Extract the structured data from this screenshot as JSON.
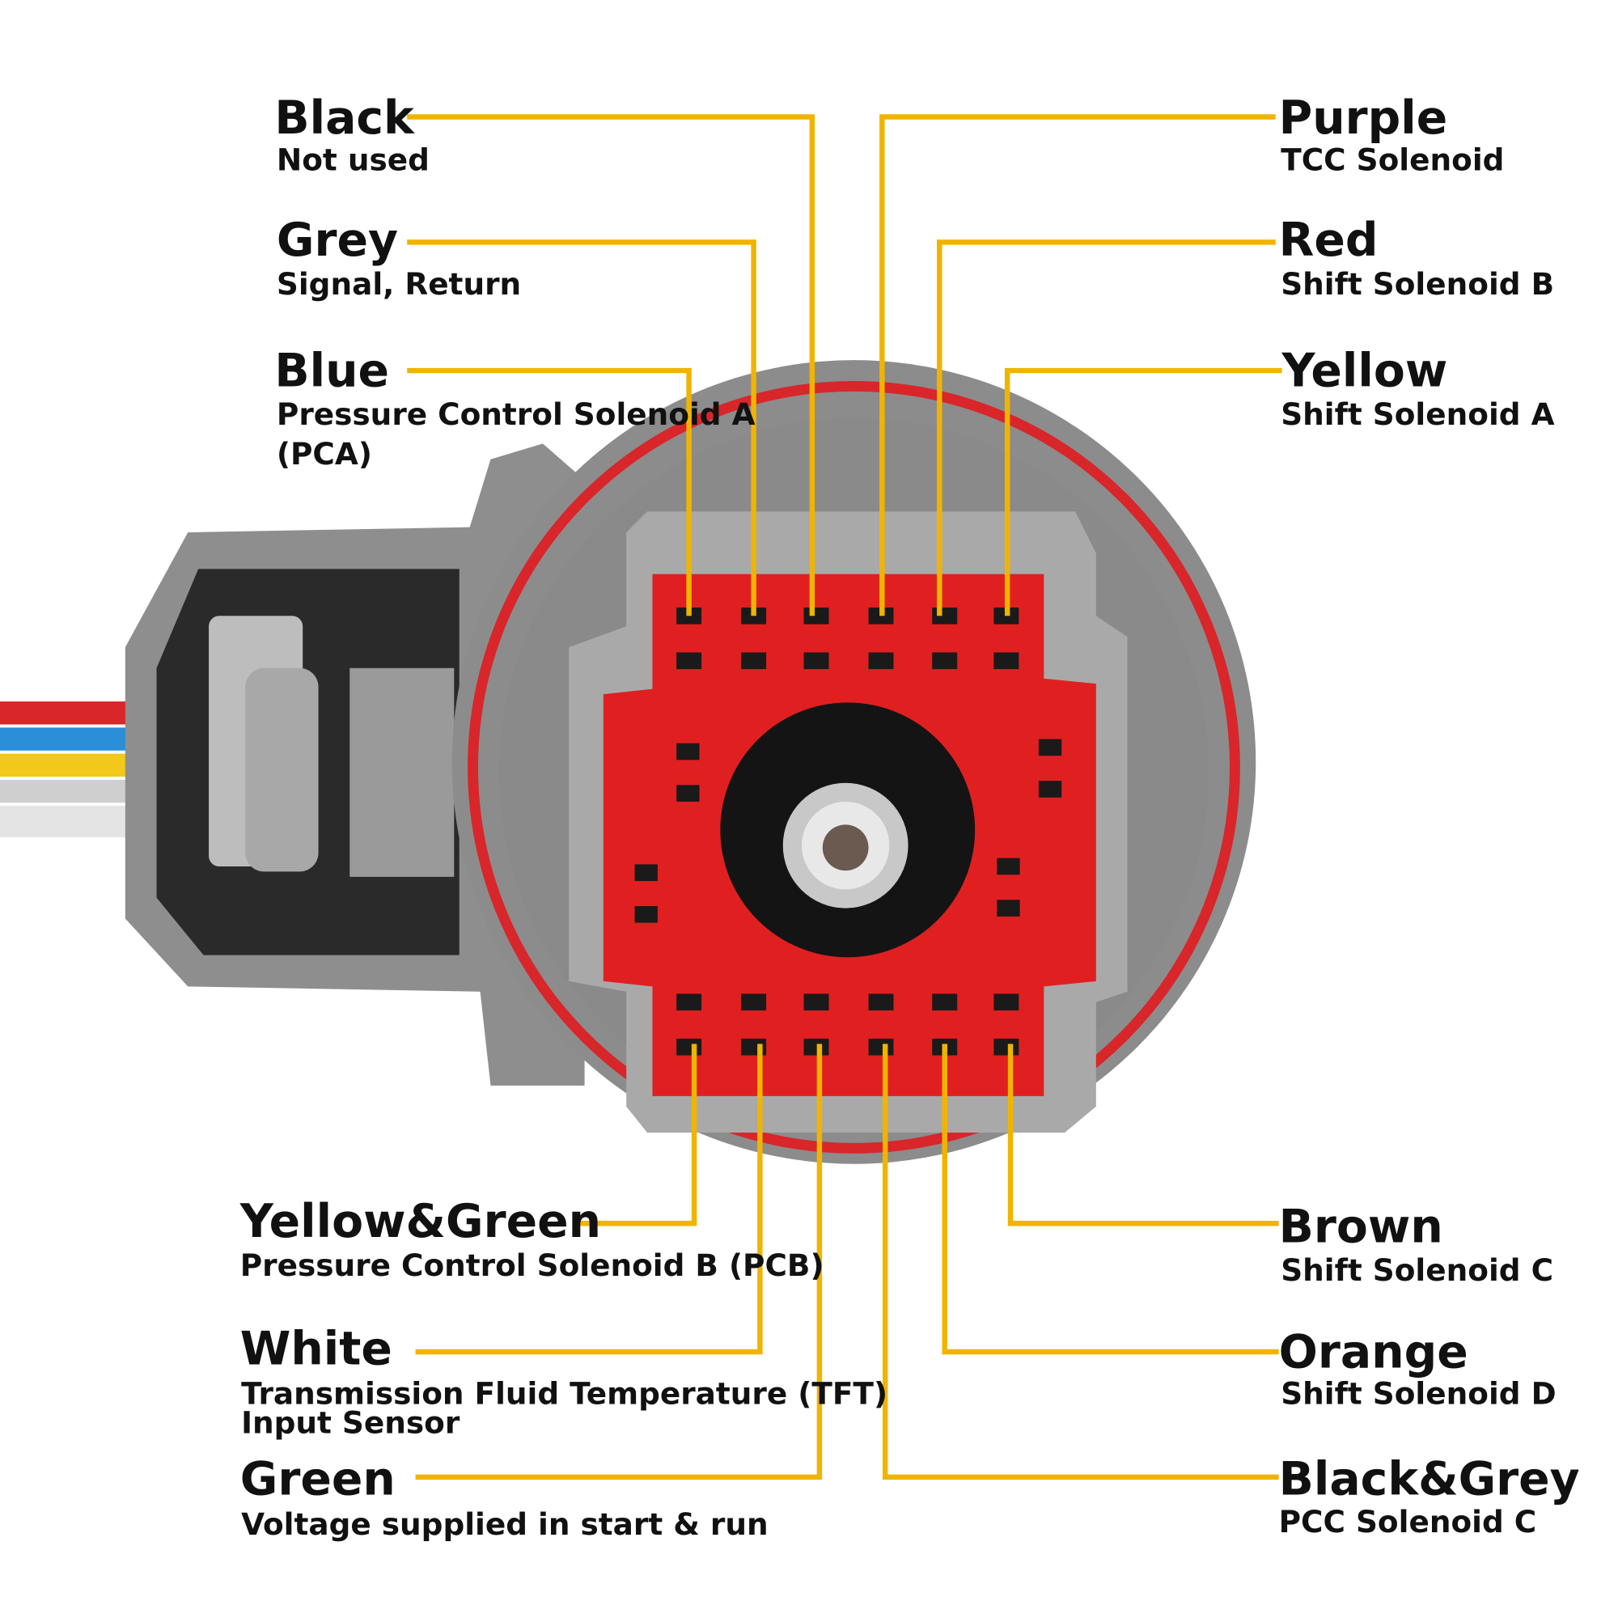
{
  "labels": [
    {
      "color": "Black",
      "desc": [
        "Not used"
      ]
    },
    {
      "color": "Grey",
      "desc": [
        "Signal, Return"
      ]
    },
    {
      "color": "Blue",
      "desc": [
        "Pressure Control Solenoid A",
        "(PCA)"
      ]
    },
    {
      "color": "Purple",
      "desc": [
        "TCC Solenoid"
      ]
    },
    {
      "color": "Red",
      "desc": [
        "Shift Solenoid B"
      ]
    },
    {
      "color": "Yellow",
      "desc": [
        "Shift Solenoid A"
      ]
    },
    {
      "color": "Yellow&Green",
      "desc": [
        "Pressure Control Solenoid B (PCB)"
      ]
    },
    {
      "color": "White",
      "desc": [
        "Transmission Fluid Temperature (TFT)",
        "Input Sensor"
      ]
    },
    {
      "color": "Green",
      "desc": [
        "Voltage supplied in start & run"
      ]
    },
    {
      "color": "Brown",
      "desc": [
        "Shift Solenoid C"
      ]
    },
    {
      "color": "Orange",
      "desc": [
        "Shift Solenoid D"
      ]
    },
    {
      "color": "Black&Grey",
      "desc": [
        "PCC Solenoid C"
      ]
    }
  ],
  "colors": {
    "leader": "#f0b400",
    "housing": "#8e8e8e",
    "insert": "#e02020"
  }
}
